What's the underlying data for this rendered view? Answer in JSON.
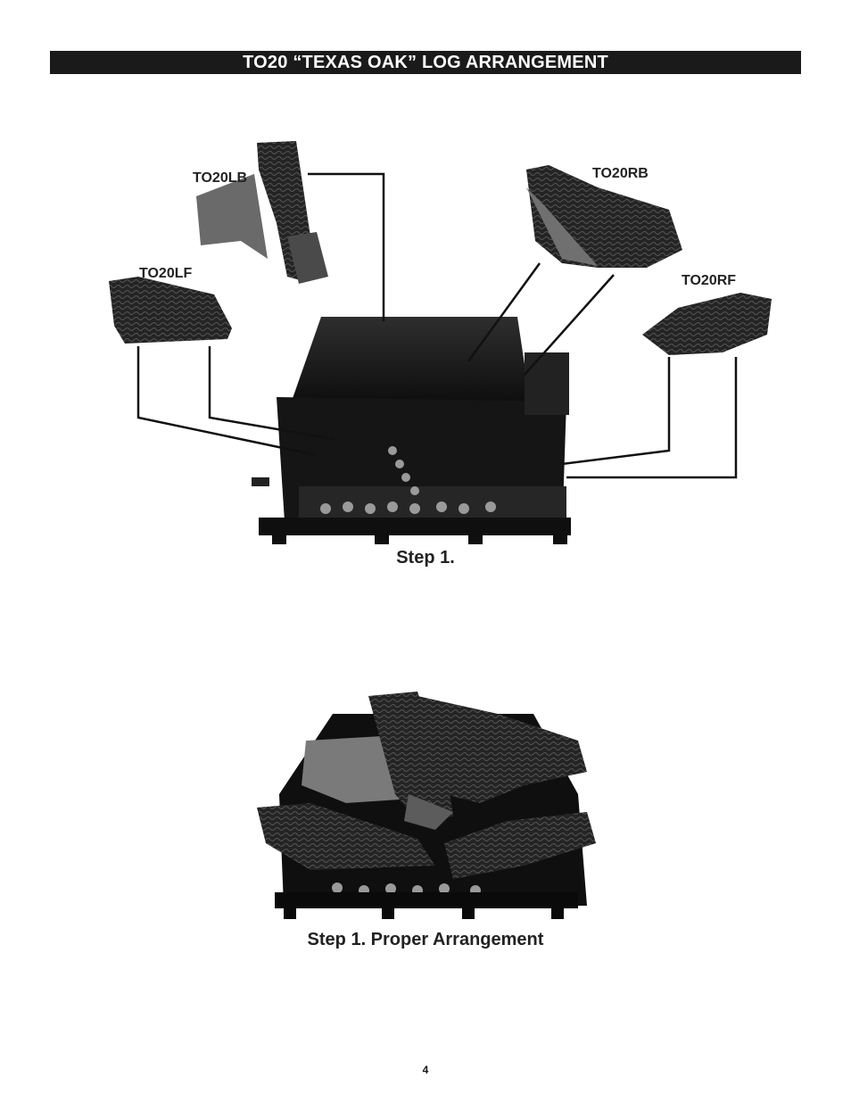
{
  "title": "TO20 “TEXAS OAK” LOG ARRANGEMENT",
  "figure1": {
    "labels": {
      "lb": "TO20LB",
      "rb": "TO20RB",
      "lf": "TO20LF",
      "rf": "TO20RF"
    },
    "caption": "Step 1."
  },
  "figure2": {
    "caption": "Step 1. Proper Arrangement"
  },
  "page_number": "4"
}
